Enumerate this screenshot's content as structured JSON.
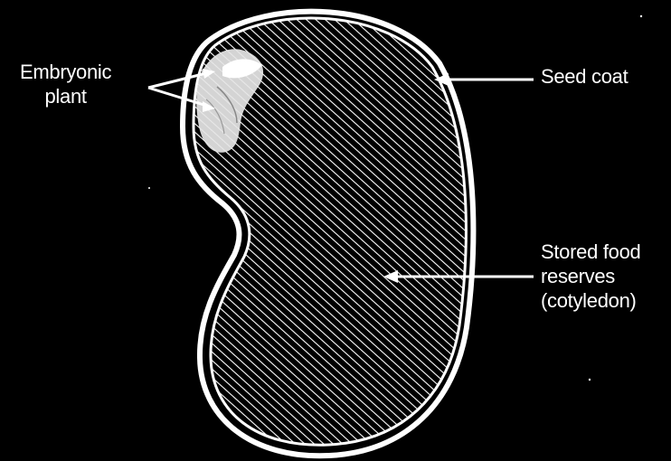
{
  "diagram": {
    "labels": {
      "embryonic_plant": [
        "Embryonic",
        "plant"
      ],
      "seed_coat": "Seed coat",
      "stored_food": [
        "Stored food",
        "reserves",
        "(cotyledon)"
      ]
    },
    "colors": {
      "background": "#000000",
      "lines": "#ffffff",
      "embryo_fill": "#e6e6e6"
    }
  }
}
